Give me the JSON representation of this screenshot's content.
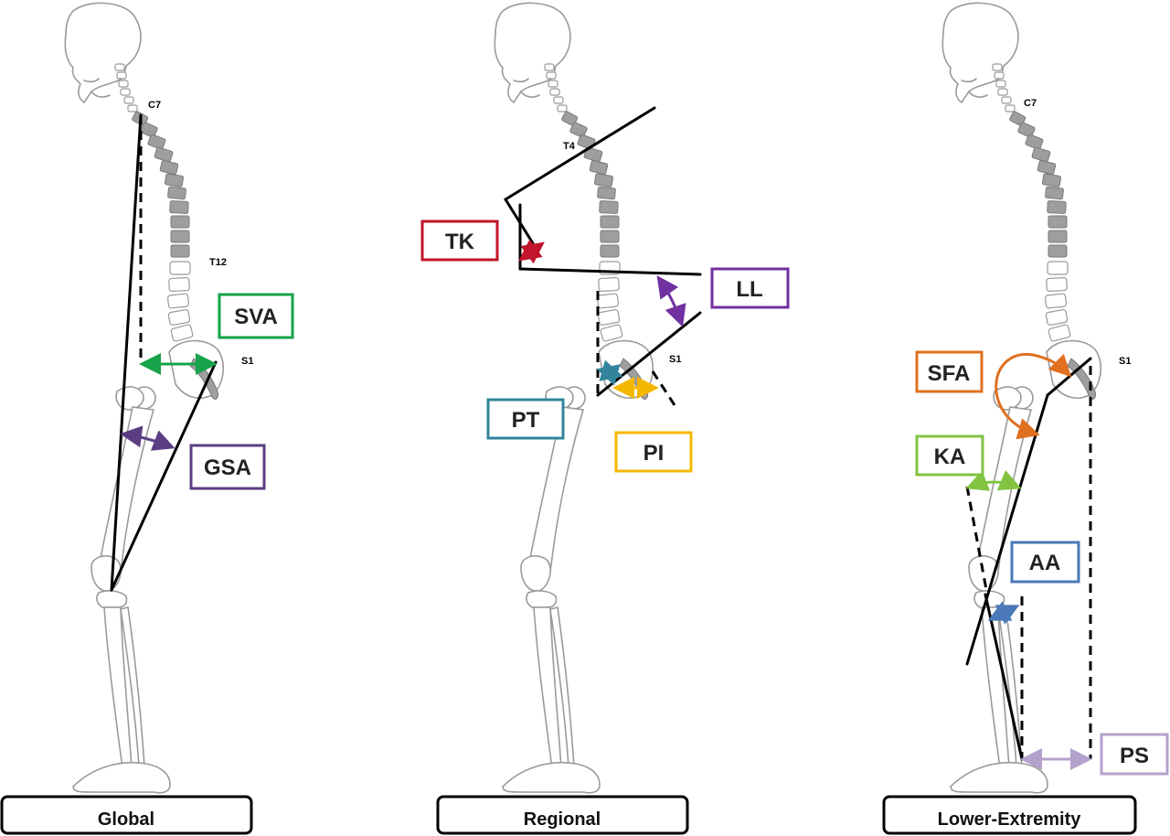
{
  "panels": [
    {
      "title": "Global",
      "levels": [
        "C7",
        "T12",
        "S1"
      ],
      "labels": [
        "SVA",
        "GSA"
      ]
    },
    {
      "title": "Regional",
      "levels": [
        "T4",
        "S1"
      ],
      "labels": [
        "TK",
        "LL",
        "PT",
        "PI"
      ]
    },
    {
      "title": "Lower-Extremity",
      "levels": [
        "C7",
        "S1"
      ],
      "labels": [
        "SFA",
        "KA",
        "AA",
        "PS"
      ]
    }
  ],
  "colors": {
    "SVA": "#17a34a",
    "GSA": "#5b3e82",
    "TK": "#c0152a",
    "LL": "#7030a0",
    "PT": "#31849b",
    "PI": "#f5b800",
    "SFA": "#e07020",
    "KA": "#82c341",
    "AA": "#4a78b8",
    "PS": "#b4a2cc"
  }
}
